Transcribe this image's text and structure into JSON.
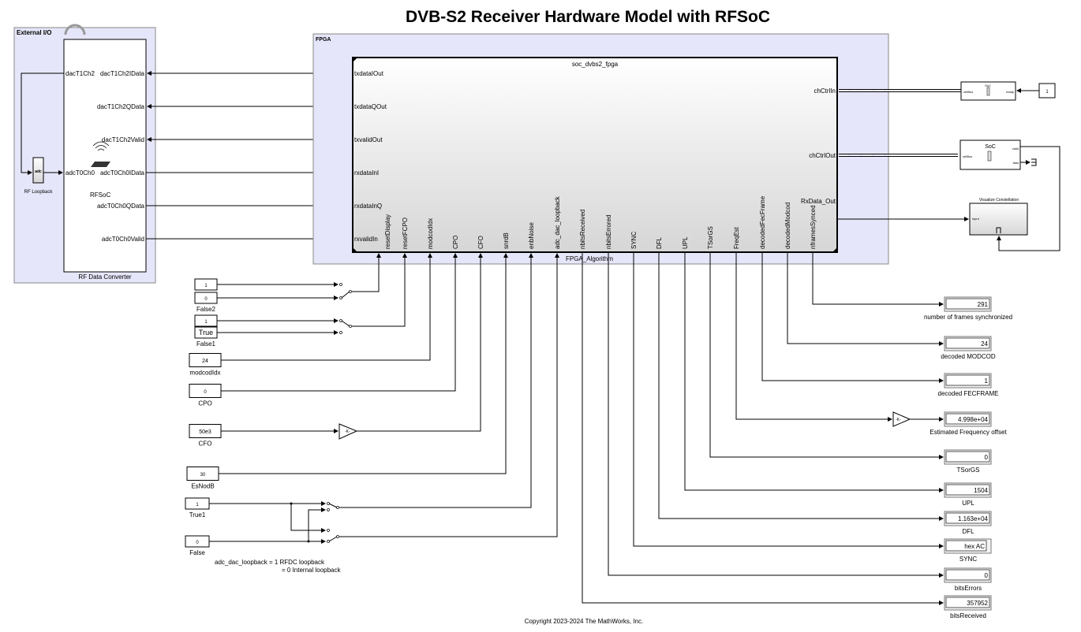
{
  "title": "DVB-S2 Receiver Hardware Model with RFSoC",
  "external_io": {
    "label": "External I/O",
    "rfdc": {
      "title": "RF Data Converter",
      "name_overlay": "RFSoC",
      "in_ports": [
        "dacT1Ch2",
        "adcT0Ch0"
      ],
      "out_ports": [
        "dacT1Ch2IData",
        "dacT1Ch2QData",
        "dacT1Ch2Valid",
        "adcT0Ch0IData",
        "adcT0Ch0QData",
        "adcT0Ch0Valid"
      ]
    },
    "loopback": {
      "label": "RF Loopback",
      "glyph": "adc"
    }
  },
  "fpga": {
    "label": "FPGA",
    "block": {
      "name": "soc_dvbs2_fpga",
      "subsystem_label": "FPGA_Algorithm",
      "left_ports": [
        "txdataIOut",
        "txdataQOut",
        "txvalidOut",
        "rxdataInI",
        "rxdataInQ",
        "rxvalidIn"
      ],
      "bottom_inputs": [
        "resetDisplay",
        "resetFCPO",
        "modcodIdx",
        "CPO",
        "CFO",
        "snrdB",
        "enbNoise",
        "adc_dac_loopback"
      ],
      "bottom_outputs": [
        "nbitsReceived",
        "nbitsErrored",
        "SYNC",
        "DFL",
        "UPL",
        "TSorGS",
        "FreqEst",
        "decodedFecFrame",
        "decodedModcod",
        "nframesSynced"
      ],
      "right_ports": [
        "chCtrlIn",
        "chCtrlOut",
        "RxData_Out"
      ]
    }
  },
  "sources": [
    {
      "value": "1",
      "label": ""
    },
    {
      "value": "0",
      "label": "False2"
    },
    {
      "value": "1",
      "label": ""
    },
    {
      "value": "True",
      "label": "False1"
    },
    {
      "value": "24",
      "label": "modcodIdx"
    },
    {
      "value": "0",
      "label": "CPO"
    },
    {
      "value": "50e3",
      "label": "CFO"
    },
    {
      "value": "30",
      "label": "EsNodB"
    },
    {
      "value": "1",
      "label": "True1"
    },
    {
      "value": "0",
      "label": "False"
    }
  ],
  "gain_label": "-K-",
  "displays": [
    {
      "value": "291",
      "label": "number of frames synchronized"
    },
    {
      "value": "24",
      "label": "decoded MODCOD"
    },
    {
      "value": "1",
      "label": "decoded FECFRAME"
    },
    {
      "value": "4.998e+04",
      "label": "Estimated Frequency offset"
    },
    {
      "value": "0",
      "label": "TSorGS"
    },
    {
      "value": "1504",
      "label": "UPL"
    },
    {
      "value": "1.163e+04",
      "label": "DFL"
    },
    {
      "value": "hex AC",
      "label": "SYNC"
    },
    {
      "value": "0",
      "label": "bitsErrors"
    },
    {
      "value": "357952",
      "label": "bitsReceived"
    }
  ],
  "control": {
    "writer": {
      "title": "SoC",
      "in_port": "ctrlBus",
      "out_port": "ready"
    },
    "ready_const": "1",
    "reader": {
      "title": "SoC",
      "in_port": "ctrlBus",
      "out_ports": [
        "valid",
        "tlast"
      ]
    },
    "constellation": {
      "title": "Visualize Constellation",
      "in_port": "input"
    }
  },
  "note": {
    "line1": "adc_dac_loopback = 1  RFDC loopback",
    "line2": "= 0  Internal loopback"
  },
  "copyright": "Copyright 2023-2024 The MathWorks, Inc."
}
